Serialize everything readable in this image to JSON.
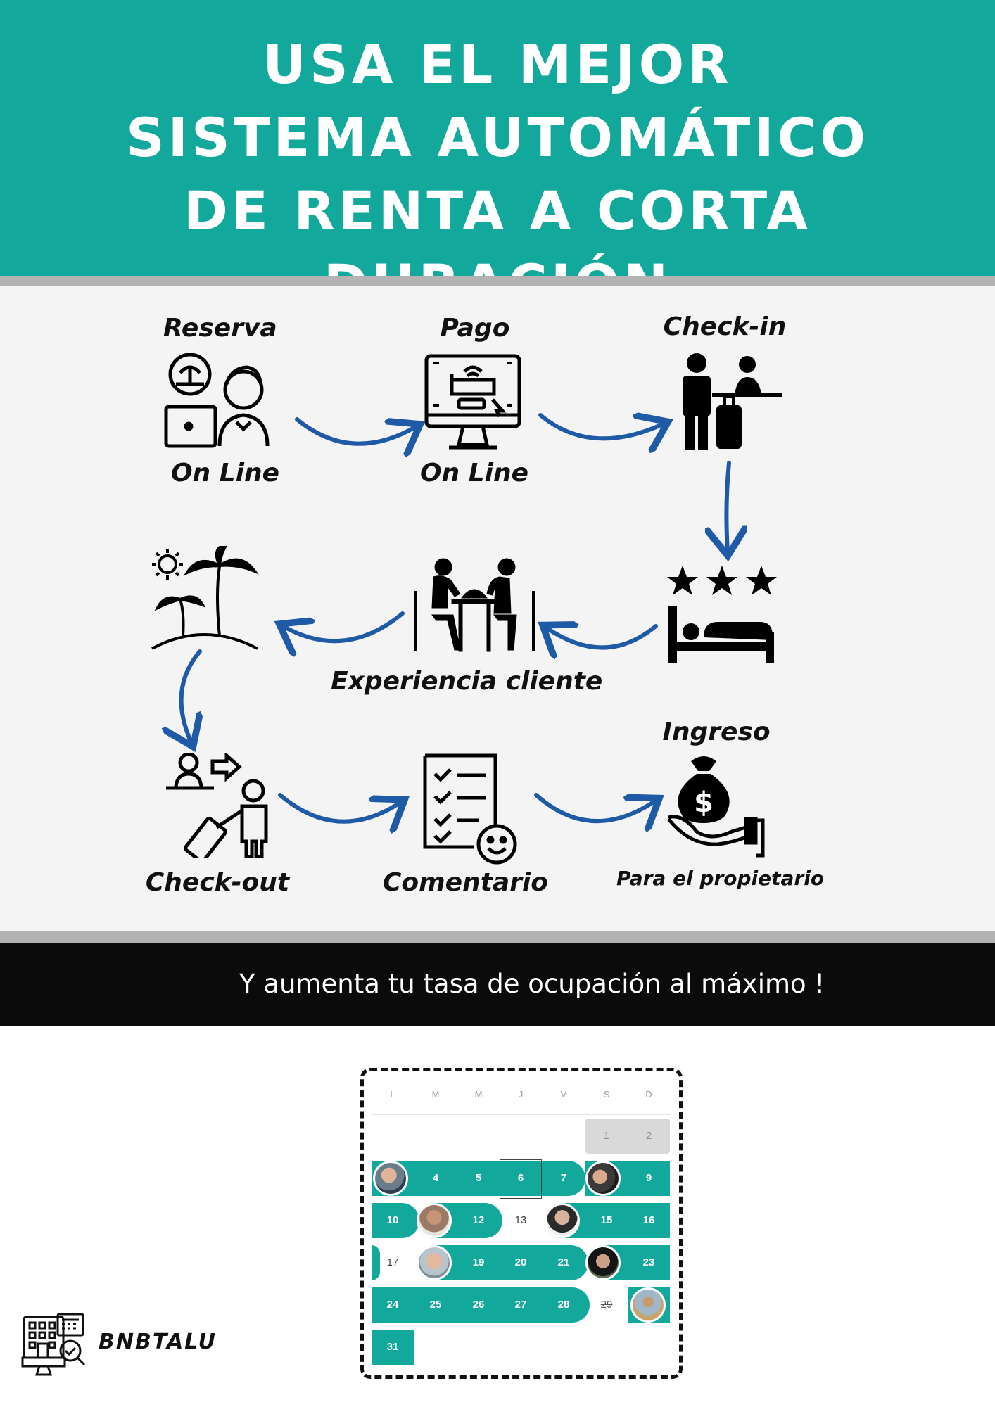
{
  "header": {
    "title_lines": [
      "USA EL MEJOR",
      "SISTEMA AUTOMÁTICO",
      "DE RENTA A CORTA DURACIÓN"
    ]
  },
  "flow": {
    "reserva": {
      "title": "Reserva",
      "subtitle": "On Line"
    },
    "pago": {
      "title": "Pago",
      "subtitle": "On Line"
    },
    "checkin": {
      "title": "Check-in"
    },
    "experiencia": {
      "title": "Experiencia cliente"
    },
    "checkout": {
      "title": "Check-out"
    },
    "comentario": {
      "title": "Comentario"
    },
    "ingreso": {
      "title": "Ingreso",
      "subtitle": "Para el propietario"
    }
  },
  "tagline": "Y aumenta tu tasa de ocupación al máximo !",
  "calendar": {
    "weekdays": [
      "L",
      "M",
      "M",
      "J",
      "V",
      "S",
      "D"
    ],
    "week1": [
      "1",
      "2"
    ],
    "week2": [
      "4",
      "5",
      "6",
      "7",
      "9"
    ],
    "week3": [
      "10",
      "12",
      "13",
      "15",
      "16"
    ],
    "week4": [
      "17",
      "19",
      "20",
      "21",
      "23"
    ],
    "week5": [
      "24",
      "25",
      "26",
      "27",
      "28",
      "29"
    ],
    "week6": [
      "31"
    ],
    "accent_color": "#12a89b"
  },
  "brand": {
    "name": "BNBTALU"
  },
  "colors": {
    "header": "#12a89b",
    "arrow": "#1f5aa6",
    "band": "#0b0b0b"
  }
}
